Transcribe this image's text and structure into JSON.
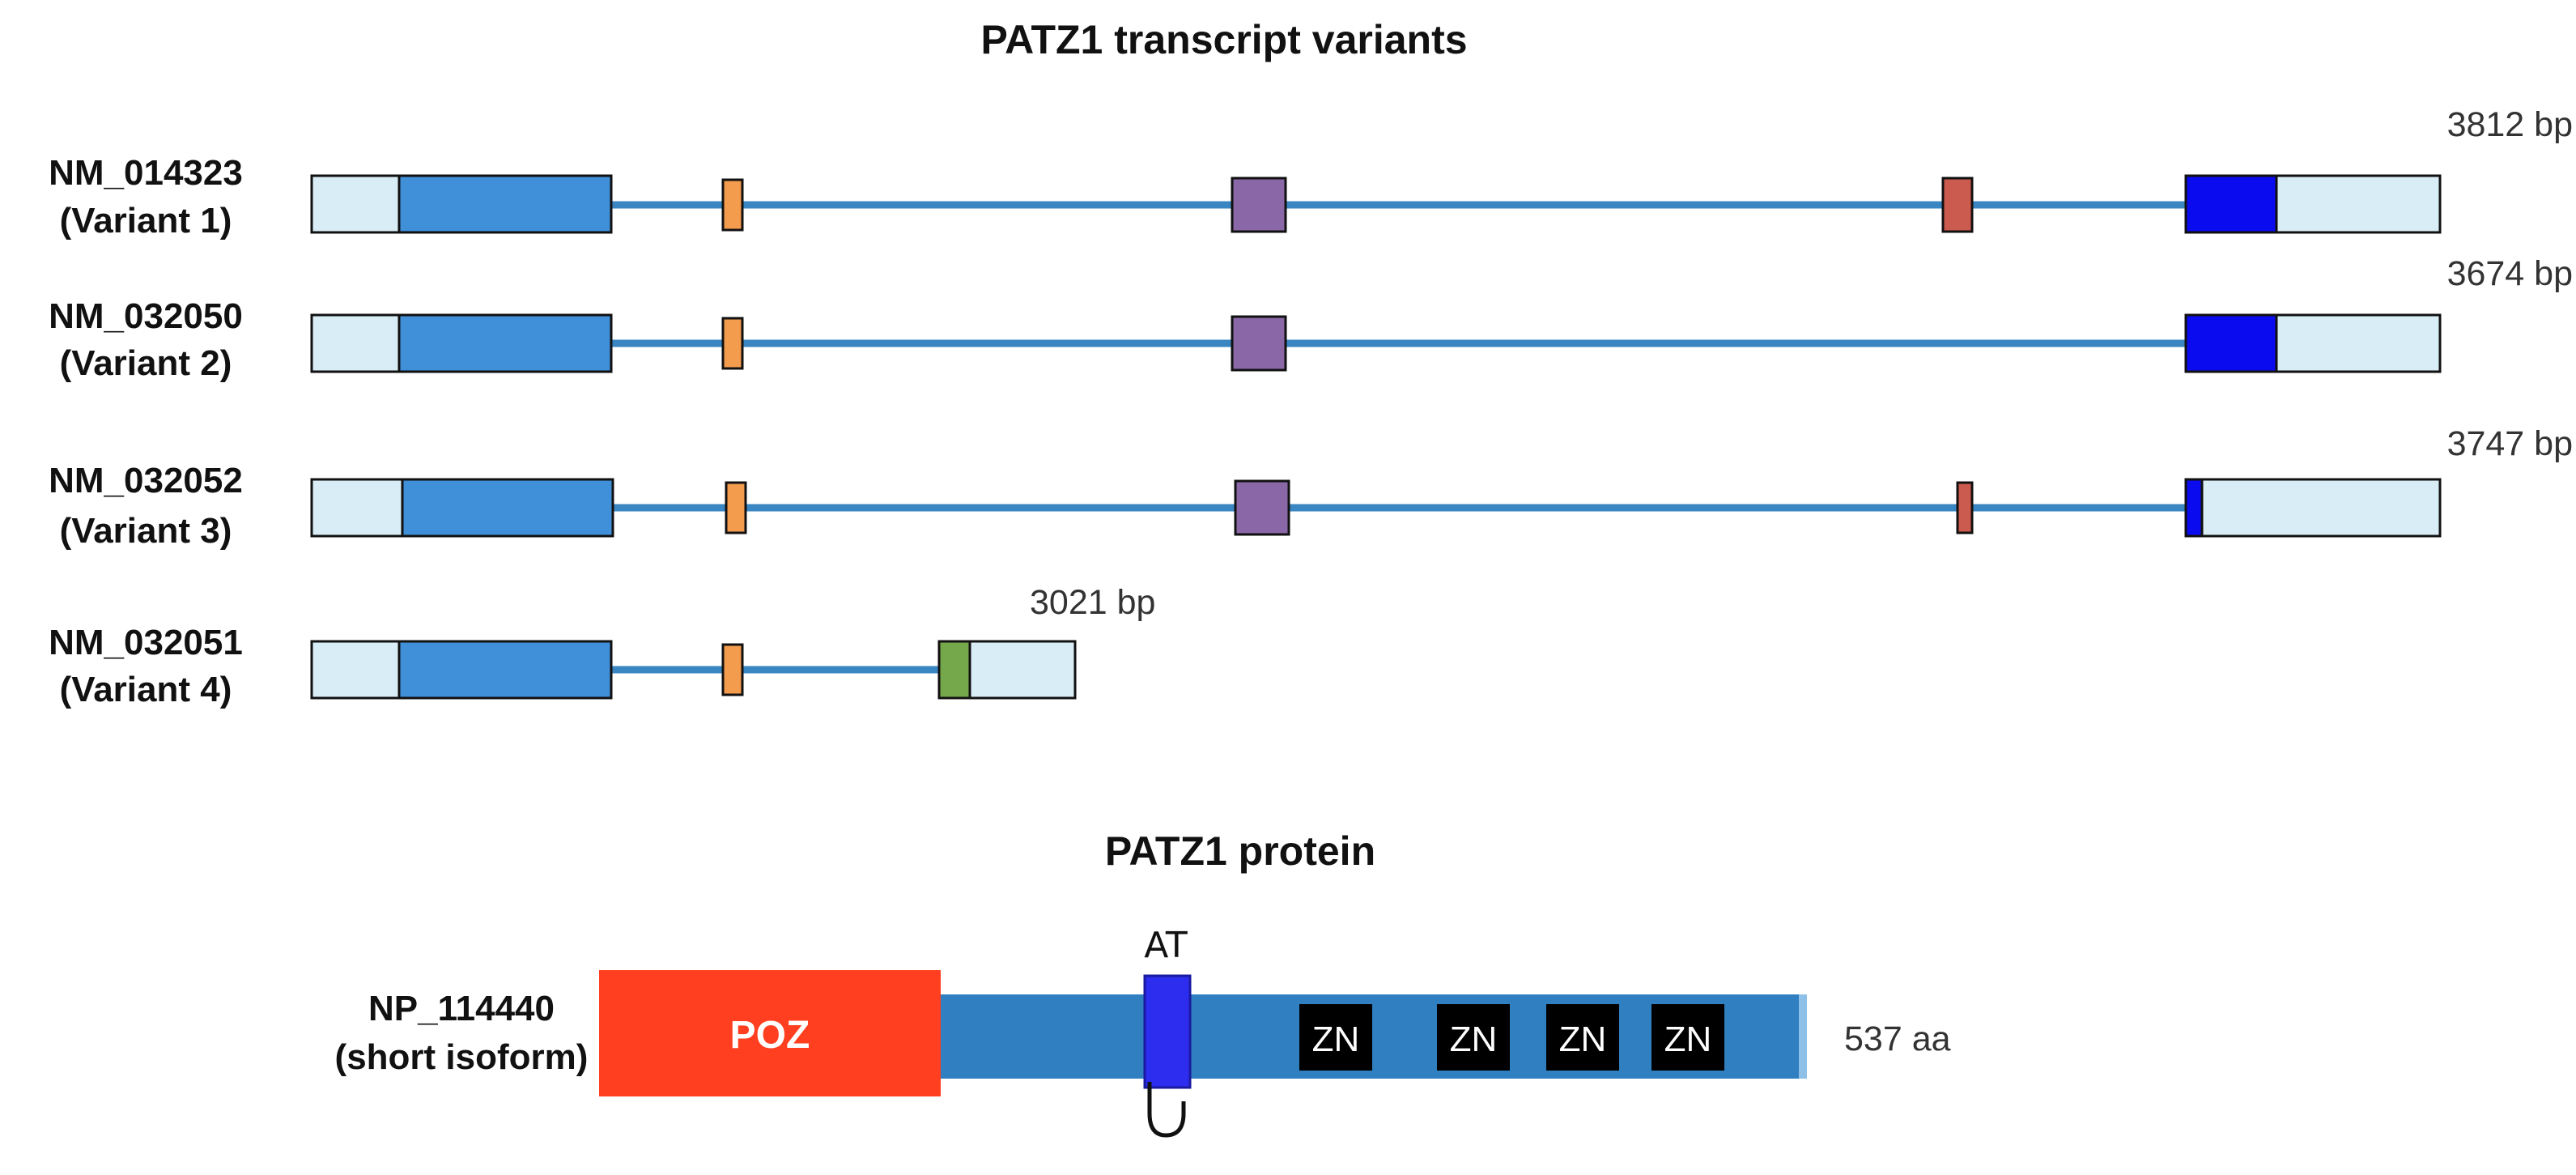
{
  "colors": {
    "utr": "#d9edf6",
    "cds_main": "#3f8fd9",
    "intron": "#3a86c2",
    "exon_orange": "#f39c4e",
    "exon_purple": "#8a67a6",
    "exon_red": "#cc5b4f",
    "exon_blue": "#0b0bf0",
    "exon_green": "#74a84a",
    "outline": "#111111",
    "poz": "#ff3f1f",
    "protein_bar": "#2f7fc1",
    "at_hook": "#2d2df0",
    "zn": "#000000"
  },
  "transcripts_title": "PATZ1 transcript variants",
  "transcripts": [
    {
      "id": "NM_014323",
      "variant": "(Variant 1)",
      "length": "3812 bp"
    },
    {
      "id": "NM_032050",
      "variant": "(Variant 2)",
      "length": "3674 bp"
    },
    {
      "id": "NM_032052",
      "variant": "(Variant 3)",
      "length": "3747 bp"
    },
    {
      "id": "NM_032051",
      "variant": "(Variant 4)",
      "length": "3021 bp"
    }
  ],
  "protein_title": "PATZ1 protein",
  "protein": {
    "id": "NP_114440",
    "isoform": "(short isoform)",
    "length": "537 aa",
    "domains": {
      "poz": "POZ",
      "at": "AT",
      "zn": [
        "ZN",
        "ZN",
        "ZN",
        "ZN"
      ]
    }
  }
}
